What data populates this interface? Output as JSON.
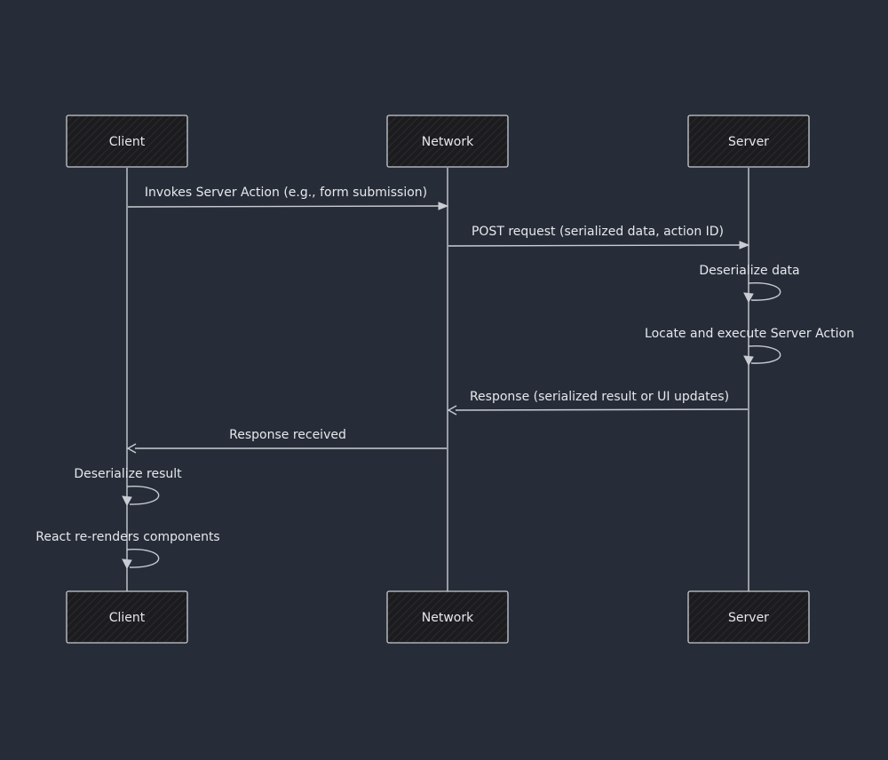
{
  "participants": {
    "client": "Client",
    "network": "Network",
    "server": "Server"
  },
  "messages": [
    {
      "from": "client",
      "to": "network",
      "label": "Invokes Server Action (e.g., form submission)",
      "style": "solid"
    },
    {
      "from": "network",
      "to": "server",
      "label": "POST request (serialized data, action ID)",
      "style": "solid"
    },
    {
      "from": "server",
      "to": "server",
      "label": "Deserialize data",
      "style": "self"
    },
    {
      "from": "server",
      "to": "server",
      "label": "Locate and execute Server Action",
      "style": "self"
    },
    {
      "from": "server",
      "to": "network",
      "label": "Response (serialized result or UI updates)",
      "style": "reply"
    },
    {
      "from": "network",
      "to": "client",
      "label": "Response received",
      "style": "reply"
    },
    {
      "from": "client",
      "to": "client",
      "label": "Deserialize result",
      "style": "self"
    },
    {
      "from": "client",
      "to": "client",
      "label": "React re-renders components",
      "style": "self"
    }
  ],
  "colors": {
    "background": "#272d38",
    "line": "#c9ccd2",
    "text": "#e6e8ec",
    "box_fill": "#1c1c1f"
  }
}
